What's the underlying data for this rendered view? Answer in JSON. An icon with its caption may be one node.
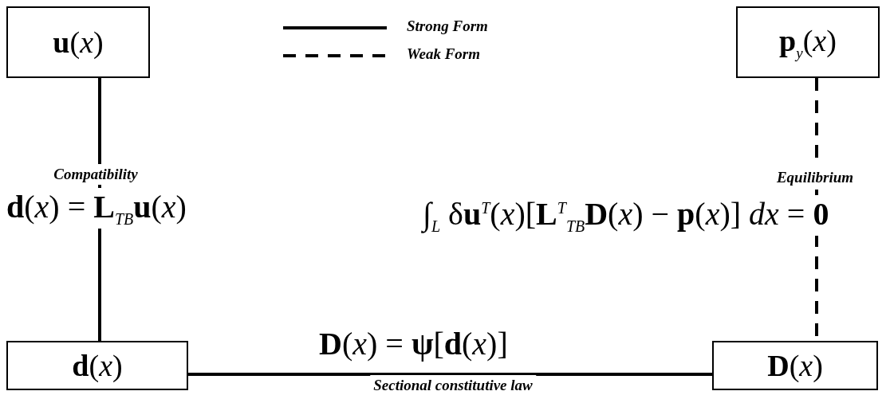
{
  "diagram": {
    "nodes": [
      {
        "text": [
          "**u**(*x*)"
        ]
      },
      {
        "text": [
          "**p**$_{y}$(*x*)"
        ]
      },
      {
        "text": [
          "**d**(*x*)"
        ]
      },
      {
        "text": [
          "**D**(*x*)"
        ]
      }
    ],
    "edges": [
      {
        "from": 0,
        "to": 2,
        "arrow": "none",
        "label": "Compatibility"
      },
      {
        "from": 1,
        "to": 3,
        "arrow": "none",
        "style": "dashed",
        "label": "Equilibrium"
      },
      {
        "from": 2,
        "to": 3,
        "arrow": "none",
        "label": "Sectional constitutive law"
      }
    ],
    "labels": [
      "**d**(*x*) = **L**$_{TB}$**u**(*x*)",
      "∫$_{L}$ δ**u**$^{T}$(*x*)[**L**$^{T}$$_{TB}$**D**(*x*) − **p**(*x*)] *dx* = **0**",
      "**D**(*x*) = **ψ**[**d**(*x*)]"
    ],
    "legend": [
      {
        "text": "Strong Form"
      },
      {
        "text": "Weak Form"
      }
    ]
  }
}
